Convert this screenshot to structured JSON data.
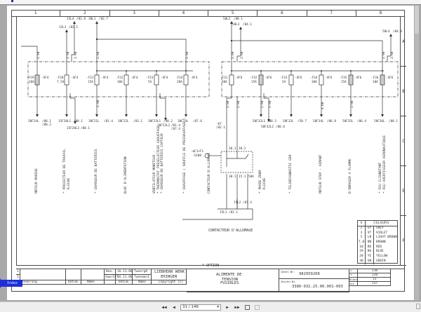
{
  "viewer": {
    "page_indicator": "31 / 146",
    "index_button": "Index",
    "nav": {
      "first": "first-page",
      "prev": "previous-page",
      "next": "next-page",
      "last": "last-page"
    }
  },
  "sheet": {
    "columns": [
      "1",
      "2",
      "3",
      "4",
      "5",
      "6",
      "7",
      "8"
    ],
    "rows": [
      "A",
      "B",
      "C",
      "E",
      "F"
    ],
    "note": "CONTACTEUR D'ALLUMAGE",
    "option_note": "*  OPTION"
  },
  "fuses_left": [
    {
      "id": "-F19",
      "rating": "10A",
      "conn": "-XF4",
      "wire": "2.9B",
      "out_label": "50F24L",
      "out_ref": "/08.1\n/08.2",
      "load": "MOTEUR MARCHE"
    },
    {
      "id": "-F20",
      "rating": "7.5A",
      "conn": "-XF4",
      "wire": "2.9B",
      "out_label": "15F20L1",
      "out_ref": "/08.1",
      "out2_label": "15F20L2",
      "out2_ref": "/08.1",
      "load": "* PROJECTEUR DE TRAVAIL\n  FLECHE"
    },
    {
      "id": "-F21",
      "rating": "15A",
      "conn": "-XF4",
      "wire": "2.9B",
      "out_label": "30F21L",
      "out_ref": "/01.4",
      "load": "* CHARGEUR DE BATTERIES"
    },
    {
      "id": "-F22",
      "rating": "10A",
      "conn": "-XF4",
      "wire": "",
      "out_label": "30F22L",
      "out_ref": "/03.1",
      "load": "BLOC D'ALIMENTATION"
    },
    {
      "id": "-F23",
      "rating": "5A",
      "conn": "-XF4",
      "wire": "",
      "out_label": "30F23L1",
      "out_ref": "/40.2",
      "out2_label": "30F23L2",
      "out2_ref": "/01.4\n/07.4",
      "load": "VENTILATEUR MONITEUR -\n* THERMOSTAT PRESELECTEUR CHAUFFAGE\n* CHARGEUR DE BATTERIES CAPTEUR"
    },
    {
      "id": "-F24",
      "rating": "20A",
      "conn": "-XF4",
      "wire": "2.9B",
      "out_label": "30F24L",
      "out_ref": "/07.6",
      "load": "* CHAUFFAGE ( SOUFFLE DE PRECHAUFFAGE )"
    }
  ],
  "fuses_right": [
    {
      "id": "-F31",
      "rating": "30A",
      "conn": "-XF6",
      "wire": "2.9B",
      "out_label": "",
      "out_ref": "",
      "load": "CONTACTEUR D'ALLUMAGE"
    },
    {
      "id": "-F32",
      "rating": "15A",
      "conn": "-XF6",
      "wire": "2.9B",
      "out_label": "50F32L1",
      "out_ref": "/08.5",
      "out2_label": "50F32L2",
      "out2_ref": "/08.6",
      "load": "* PHARE ZOOM\n  FLECHE"
    },
    {
      "id": "-F33",
      "rating": "5A",
      "conn": "-XF6",
      "wire": "",
      "out_label": "50F33L",
      "out_ref": "/50.7",
      "load": "* TELEDIAGNOSTIC GSM"
    },
    {
      "id": "-F34",
      "rating": "30A",
      "conn": "-XF6",
      "wire": "4.0B",
      "out_label": "50F34L",
      "out_ref": "/06.8",
      "load": "MOTEUR STOP - AIMANT"
    },
    {
      "id": "-F35",
      "rating": "15A",
      "conn": "-XF6",
      "wire": "2.9B",
      "out_label": "50F35L",
      "out_ref": "/06.4",
      "load": "D'ENRAGER A FLAMME"
    },
    {
      "id": "-F36",
      "rating": "10A",
      "conn": "-XF6",
      "wire": "",
      "out_label": "50F36L",
      "out_ref": "/08.1",
      "load": "* FEU CLIGNOTANT\n* FEU AVERTISSEUR AERONAUTIQUE"
    }
  ],
  "supplies": [
    {
      "label": "15L4",
      "ref": "/02.8"
    },
    {
      "label": "15L3",
      "ref": "/02.5"
    },
    {
      "label": "30L1",
      "ref": "/02.7"
    },
    {
      "label": "50L2",
      "ref": "/08.1"
    },
    {
      "label": "50L3",
      "ref": "/04.1"
    },
    {
      "label": "50L4",
      "ref": "/04.4"
    }
  ],
  "contactor": {
    "device": "-K7",
    "ref": "/02.1",
    "switch": "-mF1+F1\n-S100",
    "terminals_top": [
      "30.1",
      "30.2"
    ],
    "terminals_bottom": [
      "30.1",
      "15.1",
      "50A"
    ],
    "out_labels": [
      "15L1 /01.1",
      "15L2 /01.4"
    ]
  },
  "legend": {
    "header_a": "A",
    "header_title": "COLOURS",
    "rows": [
      {
        "n": "2",
        "code": "GY",
        "name": "GREY"
      },
      {
        "n": "3",
        "code": "VT",
        "name": "VIOLET"
      },
      {
        "n": "5",
        "code": "LB",
        "name": "LIGHT BROWN"
      },
      {
        "n": "7,8",
        "code": "BN",
        "name": "BROWN"
      },
      {
        "n": "10",
        "code": "RD",
        "name": "RED"
      },
      {
        "n": "29",
        "code": "BU",
        "name": "BLUE"
      },
      {
        "n": "20",
        "code": "YE",
        "name": "YELLOW"
      },
      {
        "n": "30",
        "code": "GN",
        "name": "GREEN"
      }
    ]
  },
  "title_block": {
    "rev_rows": [
      "1",
      "2"
    ],
    "col_aenderung": "Änderung",
    "col_datum": "Datum",
    "col_name": "Name",
    "bearb_label": "Bea.",
    "bearb_date": "16.11.00",
    "bearb_name": "Tweerg0",
    "gepr_label": "Geprüft",
    "gepr_date": "16.11.00",
    "gepr_name": "Tweeman1",
    "datum_label": "Datum",
    "name_label": "Name",
    "copyright": "Copyright (c)",
    "company_line1": "LIEBHERR WERK",
    "company_line2": "EHINGEN",
    "title_line1": "ALIMENTE DE",
    "title_line2": "TENSION",
    "title_line3": "FUSIBLES",
    "ident_label": "Ident-Nr.",
    "ident_value": "982959208",
    "zeich_label": "Zeichn-Nr.",
    "zeich_value": "3380-932.25.00.001-003",
    "right_cells": [
      {
        "k": "=",
        "v": "110"
      },
      {
        "k": "+",
        "v": "120"
      },
      {
        "k": "Blatt",
        "v": "31"
      },
      {
        "k": "von",
        "v": "137"
      }
    ]
  }
}
